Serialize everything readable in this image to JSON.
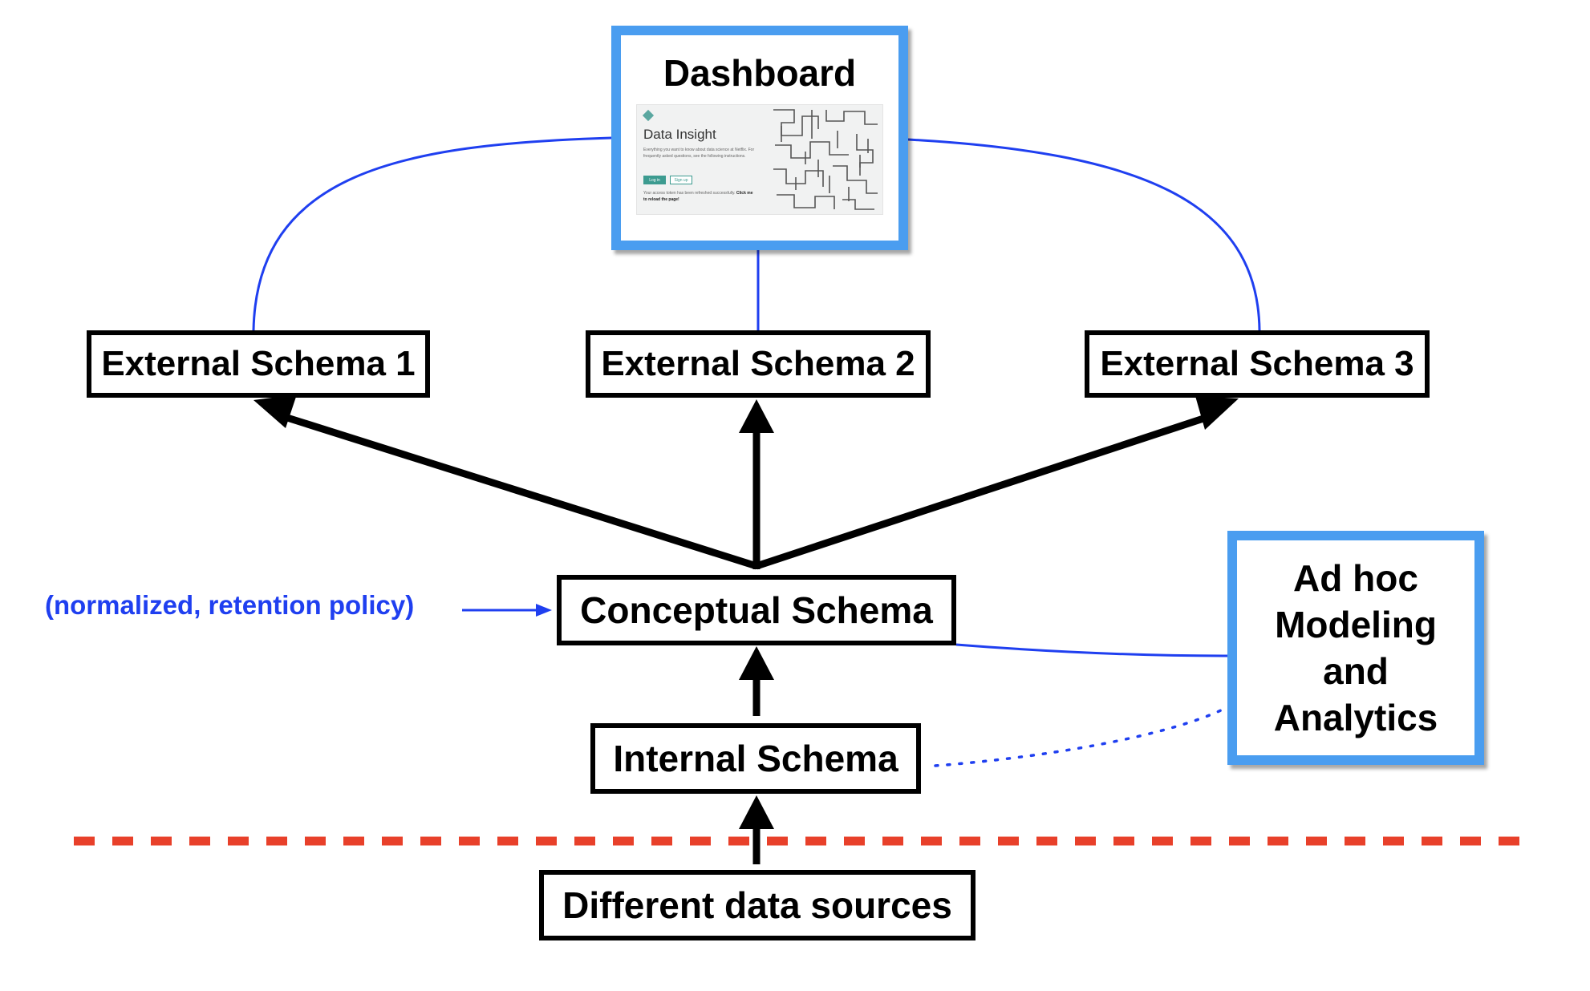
{
  "dashboard": {
    "title": "Dashboard",
    "preview": {
      "app_title": "Data Insight",
      "intro_text": "Everything you want to know about data science at Netflix. For frequently asked questions, see the following instructions.",
      "login_label": "Log in",
      "signup_label": "Sign up",
      "note_text": "Your access token has been refreshed successfully.",
      "note_link": "Click me to reload the page!"
    }
  },
  "external_schemas": [
    {
      "label": "External Schema 1"
    },
    {
      "label": "External Schema 2"
    },
    {
      "label": "External Schema 3"
    }
  ],
  "conceptual_schema": {
    "label": "Conceptual Schema"
  },
  "internal_schema": {
    "label": "Internal Schema"
  },
  "data_sources": {
    "label": "Different data sources"
  },
  "adhoc": {
    "lines": [
      "Ad hoc",
      "Modeling",
      "and",
      "Analytics"
    ]
  },
  "side_note": "(normalized, retention policy)",
  "colors": {
    "box_border": "#000000",
    "highlight_border": "#4a9df0",
    "link_line": "#1f3ff0",
    "boundary_dash": "#e8402a",
    "arrow": "#000000"
  }
}
